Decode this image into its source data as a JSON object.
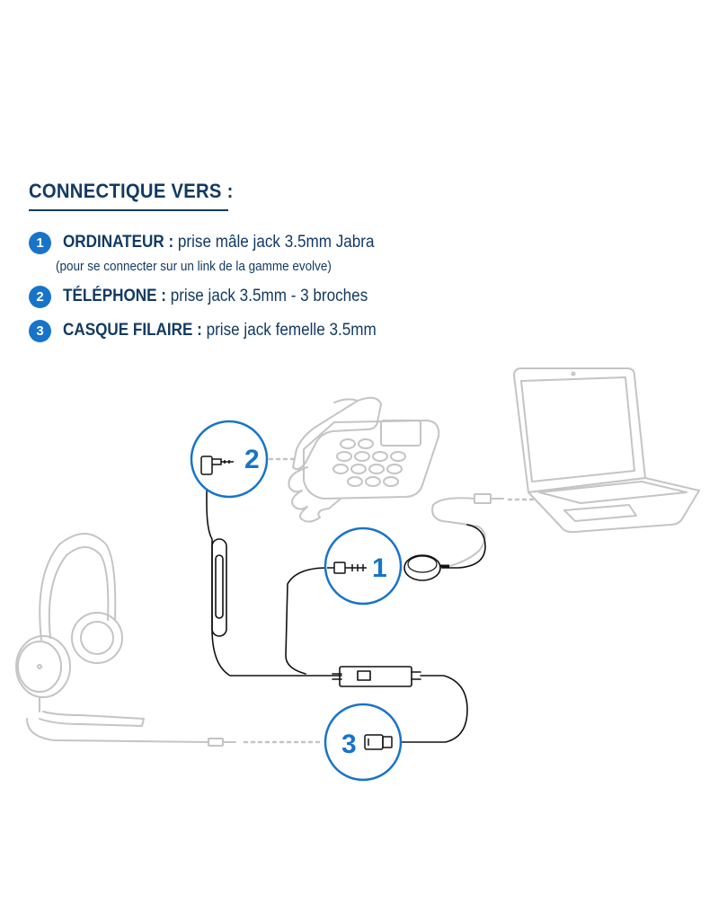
{
  "title": "CONNECTIQUE VERS :",
  "legend": [
    {
      "number": "1",
      "label": "ORDINATEUR :",
      "text": " prise mâle jack 3.5mm Jabra",
      "note": "(pour se connecter sur un link de la gamme evolve)"
    },
    {
      "number": "2",
      "label": "TÉLÉPHONE :",
      "text": " prise jack 3.5mm - 3 broches"
    },
    {
      "number": "3",
      "label": "CASQUE FILAIRE :",
      "text": " prise jack femelle 3.5mm"
    }
  ],
  "callouts": {
    "computer": "1",
    "phone": "2",
    "headset": "3"
  },
  "colors": {
    "accent": "#1774c8",
    "navy": "#123a63",
    "line_art": "#c4c4c4",
    "cable": "#111111"
  },
  "icons": [
    "desk-phone-icon",
    "laptop-icon",
    "headset-icon",
    "link-dongle-icon",
    "jack-plug-icon"
  ]
}
